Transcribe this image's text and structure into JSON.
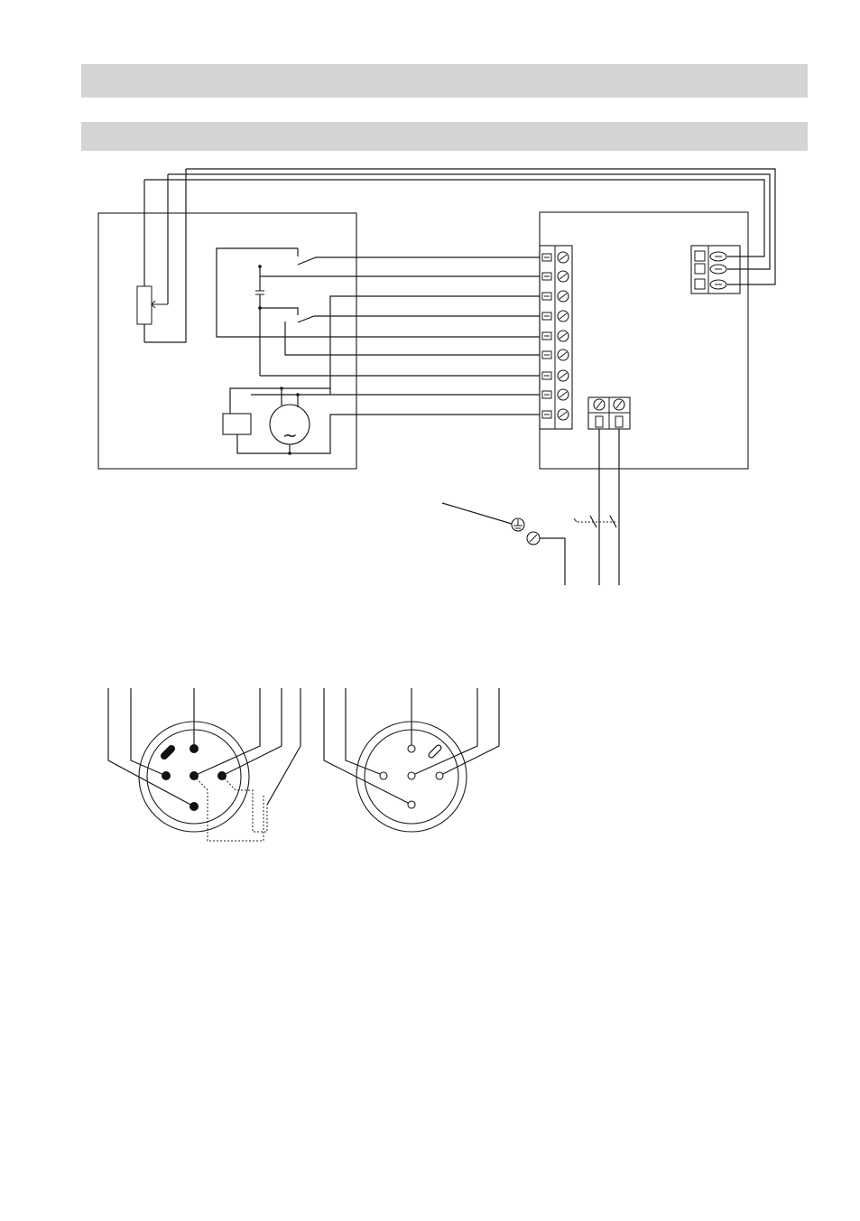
{
  "page": {
    "header_band_1": "",
    "header_band_2": ""
  },
  "symbols": {
    "motor_glyph": "~",
    "terminal_block_left_count": 9,
    "terminal_block_right_count": 3,
    "mains_terminal_count": 2
  },
  "icons": {
    "potentiometer": "potentiometer-icon",
    "capacitor": "capacitor-icon",
    "motor": "motor-icon",
    "ground": "ground-icon",
    "switch": "switch-icon",
    "connector_female": "xlr-female-icon",
    "connector_male": "xlr-male-icon"
  }
}
